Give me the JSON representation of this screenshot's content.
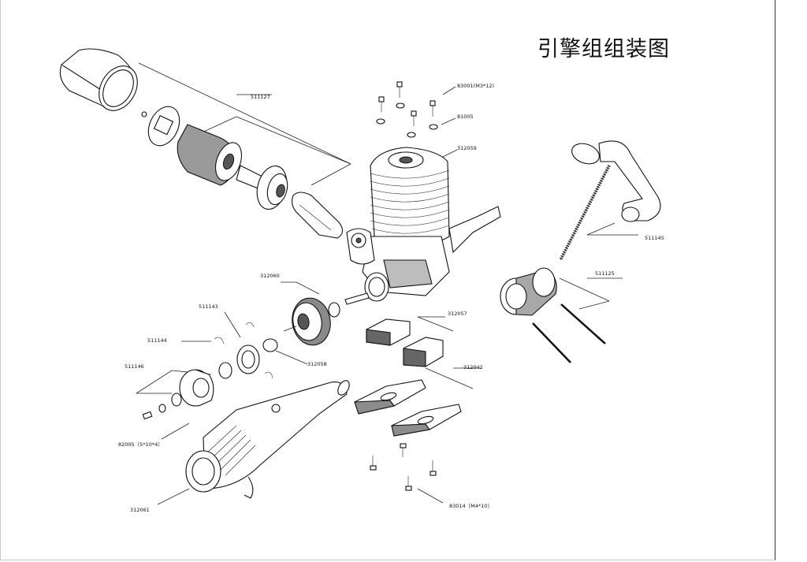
{
  "title": "引擎组组装图",
  "parts": {
    "p511127": "511127",
    "p83001": "83001(M3*12)",
    "p81005": "81005",
    "p312059": "312059",
    "p511145": "511145",
    "p511125": "511125",
    "p312060": "312060",
    "p511143": "511143",
    "p511144": "511144",
    "p312058": "312058",
    "p312057": "312057",
    "p511146": "511146",
    "p312042": "312042",
    "p82005": "82005（5*10*4）",
    "p312061": "312061",
    "p83014": "83014（M4*10）"
  }
}
